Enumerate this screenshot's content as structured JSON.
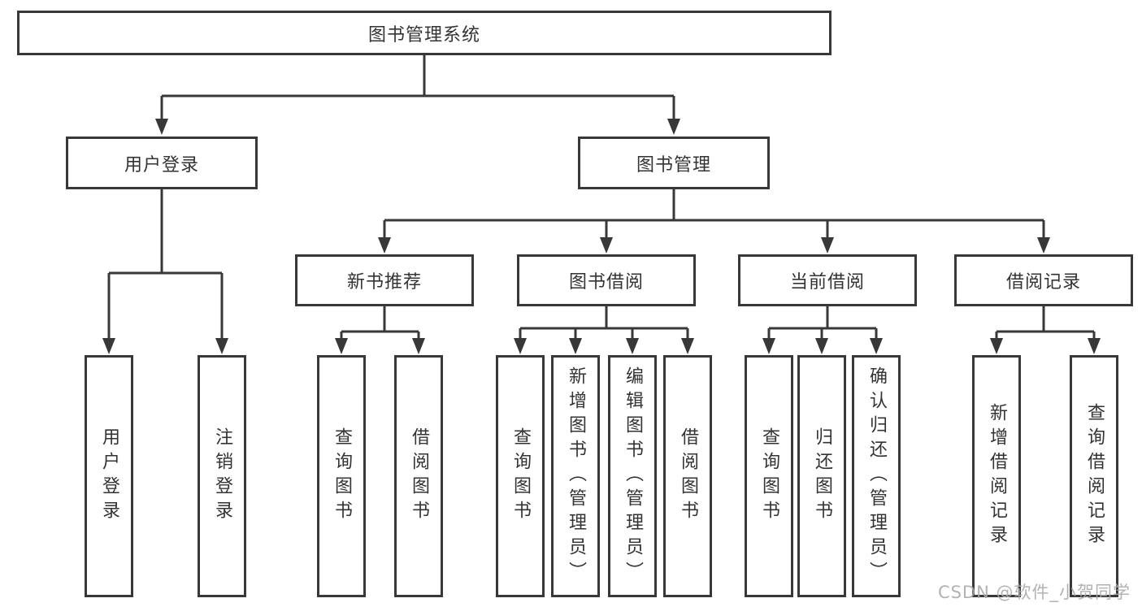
{
  "diagram": {
    "root": {
      "label": "图书管理系统"
    },
    "level2": {
      "user_login": {
        "label": "用户登录"
      },
      "book_management": {
        "label": "图书管理"
      }
    },
    "level3": {
      "new_book_recommend": {
        "label": "新书推荐"
      },
      "book_borrowing": {
        "label": "图书借阅"
      },
      "current_borrowing": {
        "label": "当前借阅"
      },
      "borrow_records": {
        "label": "借阅记录"
      }
    },
    "leaves": {
      "user_login": [
        "用户登录",
        "注销登录"
      ],
      "new_book_recommend": [
        "查询图书",
        "借阅图书"
      ],
      "book_borrowing": [
        "查询图书",
        "新增图书（管理员）",
        "编辑图书（管理员）",
        "借阅图书"
      ],
      "current_borrowing": [
        "查询图书",
        "归还图书",
        "确认归还（管理员）"
      ],
      "borrow_records": [
        "新增借阅记录",
        "查询借阅记录"
      ]
    }
  },
  "watermark": {
    "text": "CSDN @软件_小贺同学"
  },
  "colors": {
    "line": "#383838",
    "border": "#383838",
    "text": "#333333",
    "background": "#ffffff",
    "watermark": "#aaaaaa"
  }
}
